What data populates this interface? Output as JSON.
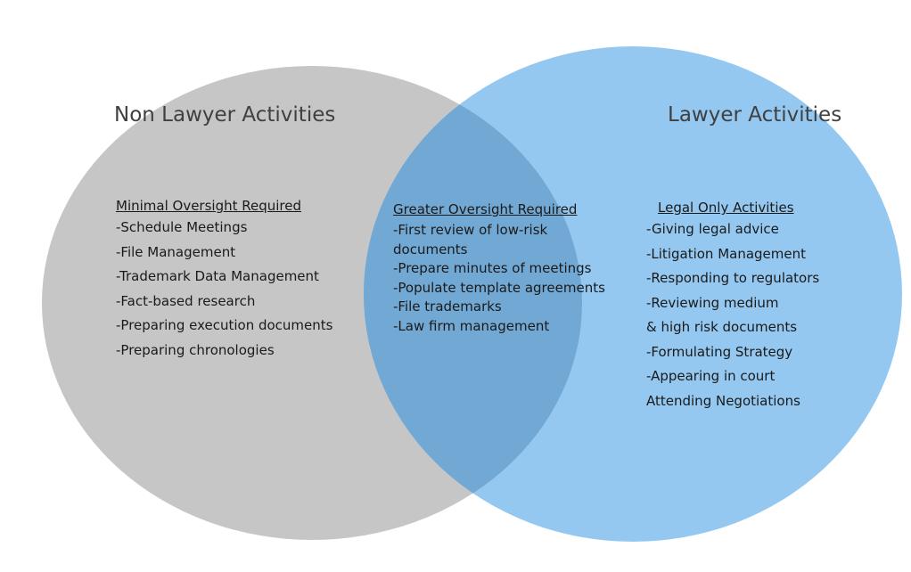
{
  "colors": {
    "left_circle": "#c6c6c6",
    "right_circle": "#94c8f0",
    "overlap": "#72a8d4"
  },
  "left": {
    "title": "Non Lawyer Activities",
    "heading": "Minimal Oversight Required",
    "items": [
      "-Schedule Meetings",
      "-File Management",
      "-Trademark Data Management",
      "-Fact-based research",
      "-Preparing execution documents",
      "-Preparing chronologies"
    ]
  },
  "overlap": {
    "heading": "Greater Oversight Required",
    "items": [
      "-First review of low-risk documents",
      "-Prepare minutes of meetings",
      "-Populate template agreements",
      "-File trademarks",
      "-Law firm management"
    ]
  },
  "right": {
    "title": "Lawyer Activities",
    "heading": "Legal Only Activities",
    "items": [
      "-Giving legal advice",
      "-Litigation Management",
      "-Responding to regulators",
      "-Reviewing medium",
      "& high risk documents",
      "-Formulating Strategy",
      "-Appearing in court",
      "Attending Negotiations"
    ]
  }
}
